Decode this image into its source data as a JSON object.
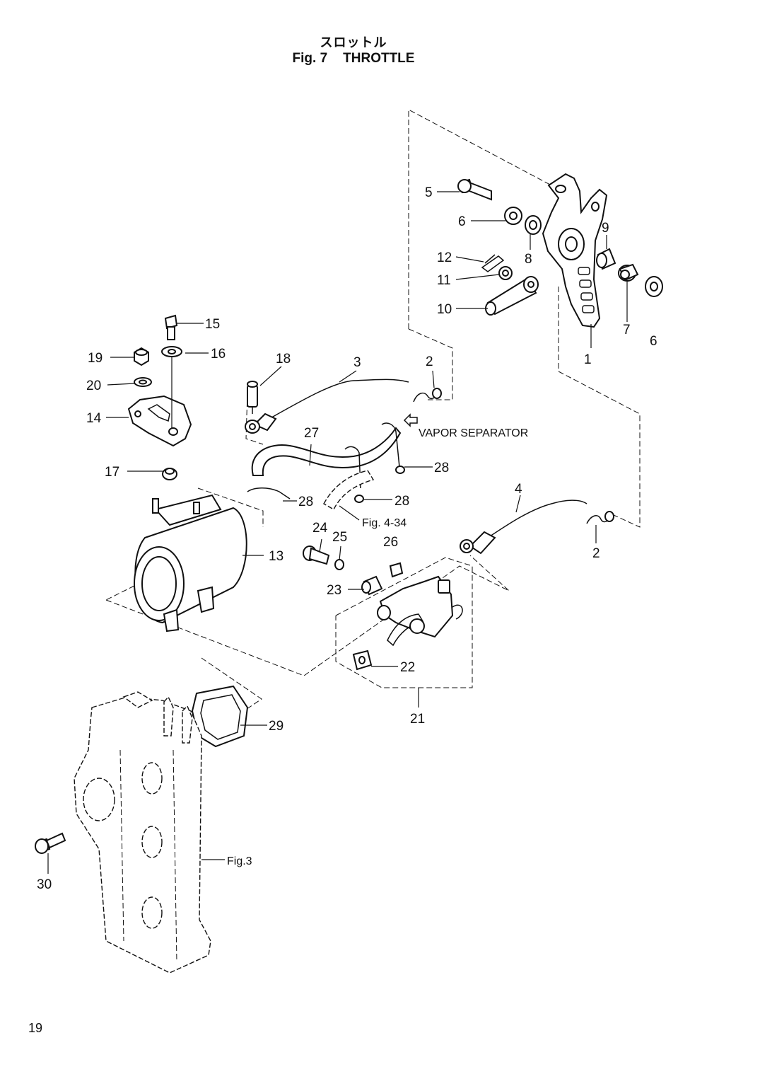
{
  "header": {
    "title_jp": "スロットル",
    "figure_number": "Fig. 7",
    "title_en": "THROTTLE"
  },
  "callouts": [
    "1",
    "2",
    "3",
    "4",
    "5",
    "6",
    "7",
    "8",
    "9",
    "10",
    "11",
    "12",
    "13",
    "14",
    "15",
    "16",
    "17",
    "18",
    "19",
    "20",
    "21",
    "22",
    "23",
    "24",
    "25",
    "26",
    "27",
    "28",
    "29",
    "30"
  ],
  "references": {
    "vapor_separator": "VAPOR SEPARATOR",
    "fig_4_34": "Fig. 4-34",
    "fig_3": "Fig.3"
  },
  "footer": {
    "page_number": "19"
  }
}
